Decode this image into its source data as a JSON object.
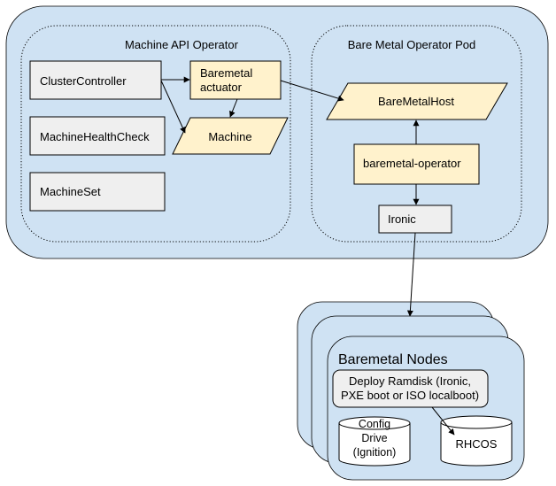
{
  "cluster": {
    "mapi_title": "Machine API Operator",
    "bmo_title": "Bare Metal Operator Pod"
  },
  "machine_api": {
    "cluster_controller": "ClusterController",
    "machine_health_check": "MachineHealthCheck",
    "machine_set": "MachineSet",
    "baremetal_actuator_line1": "Baremetal",
    "baremetal_actuator_line2": "actuator",
    "machine": "Machine"
  },
  "bare_metal_operator": {
    "baremetal_host": "BareMetalHost",
    "baremetal_operator": "baremetal-operator",
    "ironic": "Ironic"
  },
  "nodes": {
    "title": "Baremetal Nodes",
    "deploy_line1": "Deploy Ramdisk (Ironic,",
    "deploy_line2": "PXE boot or ISO localboot)",
    "config_line1": "Config",
    "config_line2": "Drive",
    "config_line3": "(Ignition)",
    "rhcos": "RHCOS"
  },
  "colors": {
    "cluster_fill": "#cfe2f3",
    "gray_box": "#efefef",
    "yellow_box": "#fff2cc",
    "white_box": "#ffffff",
    "stroke": "#000000"
  }
}
